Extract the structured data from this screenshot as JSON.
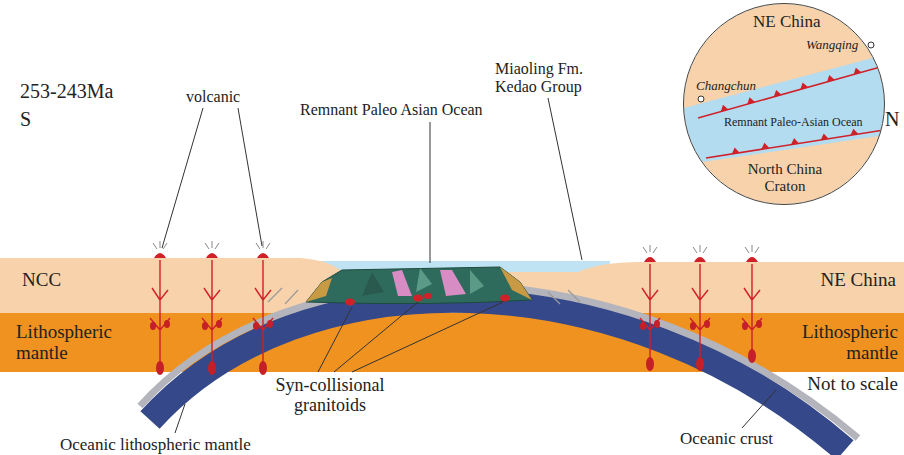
{
  "diagram": {
    "nodes": [
      {
        "text": [
          "NE China",
          "Wangqing",
          "Changchun",
          "Remnant Paleo-Asian Ocean",
          "North China Craton"
        ]
      }
    ],
    "labels": [
      "253-243Ma",
      "S",
      "N",
      "volcanic",
      "Remnant Paleo Asian Ocean",
      "Miaoling Fm. Kedao Group",
      "NCC",
      "NE China",
      "Lithospheric mantle",
      "Lithospheric mantle",
      "Syn-collisional granitoids",
      "Not to scale",
      "Oceanic lithospheric mantle",
      "Oceanic crust"
    ]
  }
}
